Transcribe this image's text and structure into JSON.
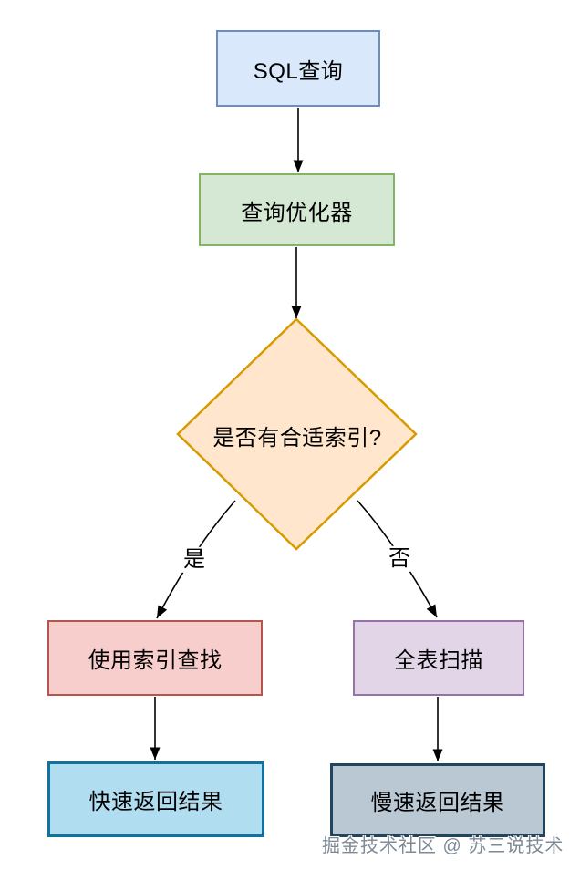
{
  "diagram": {
    "type": "flowchart",
    "topic": "SQL query index decision flow",
    "nodes": {
      "sql_query": {
        "label": "SQL查询",
        "shape": "rectangle",
        "fill": "#dae8fc",
        "stroke": "#6c8ebf"
      },
      "optimizer": {
        "label": "查询优化器",
        "shape": "rectangle",
        "fill": "#d5e8d4",
        "stroke": "#82b366"
      },
      "decision": {
        "label": "是否有合适索引?",
        "shape": "diamond",
        "fill": "#ffe6cc",
        "stroke": "#d79b00"
      },
      "index_lookup": {
        "label": "使用索引查找",
        "shape": "rectangle",
        "fill": "#f8cecc",
        "stroke": "#b85450"
      },
      "full_scan": {
        "label": "全表扫描",
        "shape": "rectangle",
        "fill": "#e1d5e7",
        "stroke": "#9673a6"
      },
      "fast_result": {
        "label": "快速返回结果",
        "shape": "rectangle",
        "fill": "#b1ddf0",
        "stroke": "#10739e"
      },
      "slow_result": {
        "label": "慢速返回结果",
        "shape": "rectangle",
        "fill": "#bac8d3",
        "stroke": "#23445d"
      }
    },
    "edges": {
      "stroke": "#000000",
      "yes_label": "是",
      "no_label": "否",
      "list": [
        {
          "from": "sql_query",
          "to": "optimizer",
          "label": ""
        },
        {
          "from": "optimizer",
          "to": "decision",
          "label": ""
        },
        {
          "from": "decision",
          "to": "index_lookup",
          "label": "是"
        },
        {
          "from": "decision",
          "to": "full_scan",
          "label": "否"
        },
        {
          "from": "index_lookup",
          "to": "fast_result",
          "label": ""
        },
        {
          "from": "full_scan",
          "to": "slow_result",
          "label": ""
        }
      ]
    },
    "watermark": {
      "text": "掘金技术社区 @ 苏三说技术",
      "color": "#7d8a96"
    },
    "text_color": "#000000",
    "background": "#ffffff"
  }
}
